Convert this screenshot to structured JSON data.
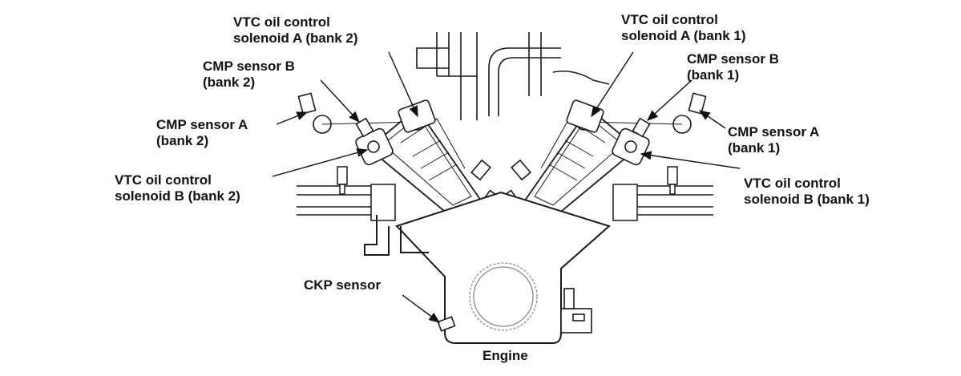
{
  "labels": {
    "vtc_a_bank2": "VTC oil control\nsolenoid A (bank 2)",
    "cmp_b_bank2": "CMP sensor B\n(bank 2)",
    "cmp_a_bank2": "CMP sensor A\n(bank 2)",
    "vtc_b_bank2": "VTC oil control\nsolenoid B (bank 2)",
    "vtc_a_bank1": "VTC oil control\nsolenoid A (bank 1)",
    "cmp_b_bank1": "CMP sensor B\n(bank 1)",
    "cmp_a_bank1": "CMP sensor A\n(bank 1)",
    "vtc_b_bank1": "VTC oil control\nsolenoid B (bank 1)",
    "ckp": "CKP sensor",
    "engine": "Engine"
  },
  "colors": {
    "line": "#1a1a1a",
    "fill": "#ffffff",
    "gear": "#888888"
  }
}
